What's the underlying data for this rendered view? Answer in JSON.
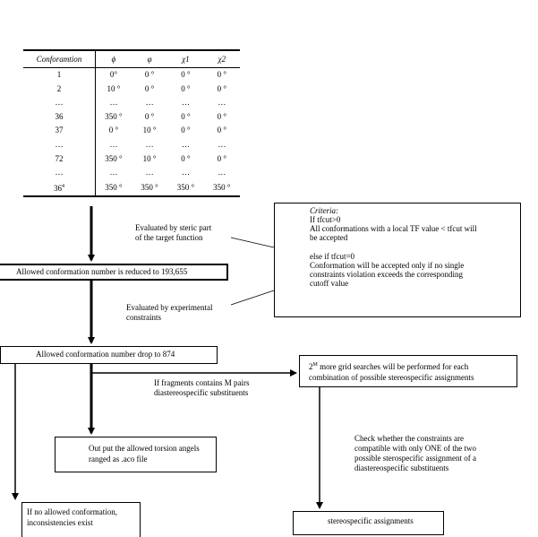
{
  "table": {
    "headers": [
      "Conforamtion",
      "ϕ",
      "φ",
      "χ1",
      "χ2"
    ],
    "rows": [
      [
        "1",
        "0°",
        "0 °",
        "0 °",
        "0 °"
      ],
      [
        "2",
        "10 °",
        "0 °",
        "0 °",
        "0 °"
      ],
      [
        "…",
        "…",
        "…",
        "…",
        "…"
      ],
      [
        "36",
        "350 °",
        "0 °",
        "0 °",
        "0 °"
      ],
      [
        "37",
        "0 °",
        "10 °",
        "0 °",
        "0 °"
      ],
      [
        "…",
        "…",
        "…",
        "…",
        "…"
      ],
      [
        "72",
        "350 °",
        "10 °",
        "0 °",
        "0 °"
      ],
      [
        "…",
        "…",
        "…",
        "…",
        "…"
      ]
    ],
    "last_row": {
      "id": "36",
      "id_sup": "4",
      "cells": [
        "350 °",
        "350 °",
        "350 °",
        "350 °"
      ]
    }
  },
  "notes": {
    "steric_line1": "Evaluated by steric part",
    "steric_line2": "of the target function",
    "experimental_line1": "Evaluated by experimental",
    "experimental_line2": "constraints",
    "fragments_line1": "If fragments contains M pairs",
    "fragments_line2": "diastereospecific substituents",
    "check_line1": "Check whether the constraints are",
    "check_line2": "compatible with only ONE of the two",
    "check_line3": "possible sterospecific assignment of a",
    "check_line4": "diastereospecific substituents"
  },
  "criteria": {
    "title": "Criteria:",
    "l1": "If tfcut>0",
    "l2": "All conformations with a local TF value < tfcut will",
    "l3": "be accepted",
    "l4": "else if tfcut=0",
    "l5": "Conformation will be accepted only if no single",
    "l6": "constraints violation exceeds the corresponding",
    "l7": "cutoff value"
  },
  "boxes": {
    "allowed_reduced": "Allowed conformation number is reduced to 193,655",
    "allowed_drop": "Allowed conformation number drop to 874",
    "grid_sup": "M",
    "grid_line1": " more grid searches will be performed for each",
    "grid_line2": "combination of possible stereospecific assignments",
    "grid_prefix": "2",
    "output_line1": "Out put the allowed torsion angels",
    "output_line2": "ranged as .aco file",
    "inconsist_line1": "If no allowed conformation,",
    "inconsist_line2": "inconsistencies exist",
    "stereo": "stereospecific assignments"
  }
}
